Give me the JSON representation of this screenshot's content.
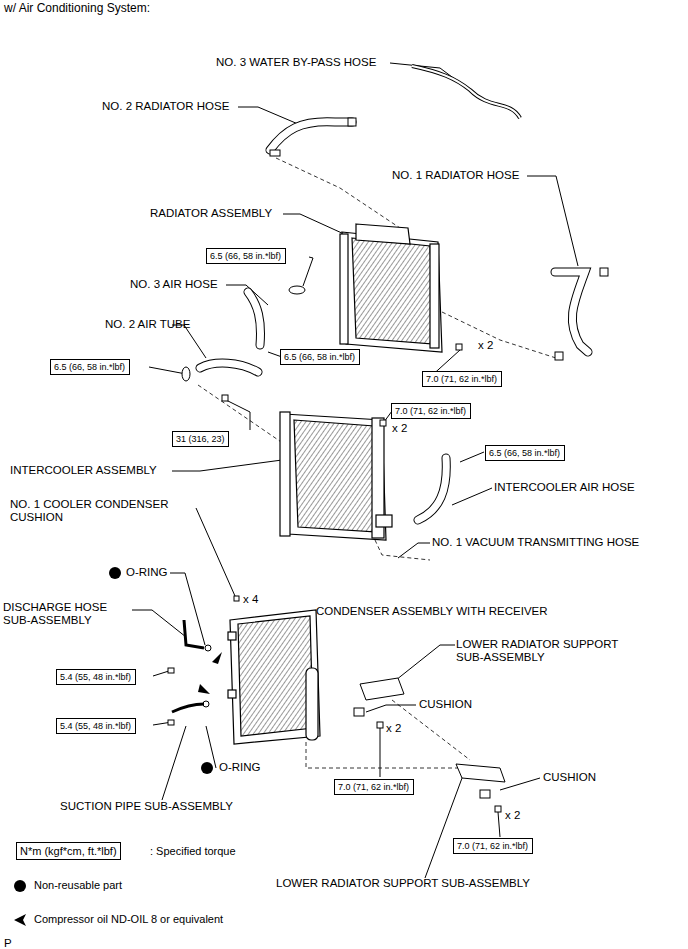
{
  "diagram": {
    "title": "w/ Air Conditioning System:",
    "nodes": [
      {
        "text": [
          "6.5 (66, 58 in.*lbf)"
        ]
      },
      {
        "text": [
          "6.5 (66, 58 in.*lbf)"
        ]
      },
      {
        "text": [
          "6.5 (66, 58 in.*lbf)"
        ]
      },
      {
        "text": [
          "7.0 (71, 62 in.*lbf)"
        ]
      },
      {
        "text": [
          "7.0 (71, 62 in.*lbf)"
        ]
      },
      {
        "text": [
          "31 (316, 23)"
        ]
      },
      {
        "text": [
          "6.5 (66, 58 in.*lbf)"
        ]
      },
      {
        "text": [
          "5.4 (55, 48 in.*lbf)"
        ]
      },
      {
        "text": [
          "5.4 (55, 48 in.*lbf)"
        ]
      },
      {
        "text": [
          "7.0 (71, 62 in.*lbf)"
        ]
      },
      {
        "text": [
          "7.0 (71, 62 in.*lbf)"
        ]
      },
      {
        "text": [
          "N*m (kgf*cm, ft.*lbf)"
        ]
      }
    ],
    "labels": [
      "NO. 3 WATER BY-PASS HOSE",
      "NO. 2 RADIATOR HOSE",
      "NO. 1 RADIATOR HOSE",
      "RADIATOR ASSEMBLY",
      "NO. 3 AIR HOSE",
      "NO. 2 AIR TUBE",
      "x 2",
      "x 2",
      "INTERCOOLER ASSEMBLY",
      "INTERCOOLER AIR HOSE",
      "NO. 1 COOLER CONDENSER CUSHION",
      "NO. 1 VACUUM TRANSMITTING HOSE",
      "O-RING",
      "x 4",
      "DISCHARGE HOSE SUB-ASSEMBLY",
      "CONDENSER ASSEMBLY WITH RECEIVER",
      "LOWER RADIATOR SUPPORT SUB-ASSEMBLY",
      "CUSHION",
      "x 2",
      "O-RING",
      "CUSHION",
      "x 2",
      "SUCTION PIPE SUB-ASSEMBLY",
      "LOWER RADIATOR SUPPORT SUB-ASSEMBLY",
      "P"
    ],
    "legend": [
      {
        "text": ": Specified torque"
      },
      {
        "text": "Non-reusable part"
      },
      {
        "text": "Compressor oil ND-OIL 8 or equivalent"
      }
    ]
  }
}
